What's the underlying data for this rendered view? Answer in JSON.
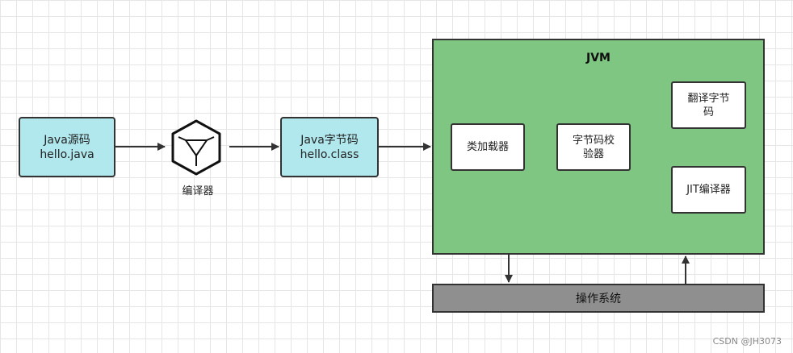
{
  "source": {
    "line1": "Java源码",
    "line2": "hello.java"
  },
  "compiler": {
    "label": "编译器",
    "icon": "hexagon-compiler-icon"
  },
  "bytecode": {
    "line1": "Java字节码",
    "line2": "hello.class"
  },
  "jvm": {
    "title": "JVM",
    "class_loader": "类加载器",
    "verifier": {
      "line1": "字节码校",
      "line2": "验器"
    },
    "interpreter": {
      "line1": "翻译字节",
      "line2": "码"
    },
    "jit": "JIT编译器"
  },
  "os": {
    "label": "操作系统"
  },
  "watermark": "CSDN @JH3073",
  "colors": {
    "source_fill": "#b0e8ee",
    "jvm_fill": "#80c683",
    "os_fill": "#8f8f8f",
    "border": "#333333"
  }
}
